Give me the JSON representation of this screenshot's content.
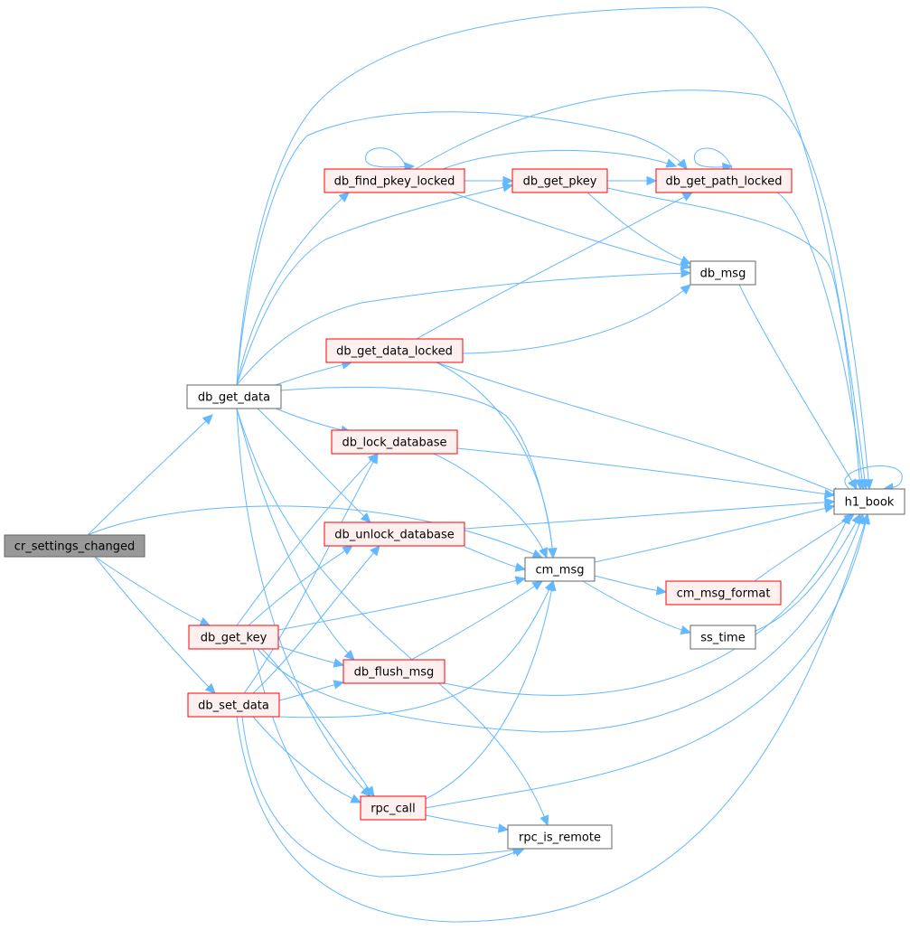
{
  "colors": {
    "edge": "#63b8ff",
    "root_fill": "#999999",
    "root_border": "#666666",
    "plain_fill": "#ffffff",
    "plain_border": "#666666",
    "partial_fill": "#fff0f0",
    "partial_border": "#ff0000"
  },
  "nodes": [
    {
      "id": "cr_settings_changed",
      "label": "cr_settings_changed",
      "kind": "root"
    },
    {
      "id": "db_get_data",
      "label": "db_get_data",
      "kind": "plain"
    },
    {
      "id": "db_get_key",
      "label": "db_get_key",
      "kind": "partial"
    },
    {
      "id": "db_set_data",
      "label": "db_set_data",
      "kind": "partial"
    },
    {
      "id": "db_find_pkey_locked",
      "label": "db_find_pkey_locked",
      "kind": "partial"
    },
    {
      "id": "db_get_pkey",
      "label": "db_get_pkey",
      "kind": "partial"
    },
    {
      "id": "db_get_path_locked",
      "label": "db_get_path_locked",
      "kind": "partial"
    },
    {
      "id": "db_msg",
      "label": "db_msg",
      "kind": "plain"
    },
    {
      "id": "db_get_data_locked",
      "label": "db_get_data_locked",
      "kind": "partial"
    },
    {
      "id": "db_lock_database",
      "label": "db_lock_database",
      "kind": "partial"
    },
    {
      "id": "db_unlock_database",
      "label": "db_unlock_database",
      "kind": "partial"
    },
    {
      "id": "cm_msg",
      "label": "cm_msg",
      "kind": "plain"
    },
    {
      "id": "cm_msg_format",
      "label": "cm_msg_format",
      "kind": "partial"
    },
    {
      "id": "ss_time",
      "label": "ss_time",
      "kind": "plain"
    },
    {
      "id": "db_flush_msg",
      "label": "db_flush_msg",
      "kind": "partial"
    },
    {
      "id": "rpc_call",
      "label": "rpc_call",
      "kind": "partial"
    },
    {
      "id": "rpc_is_remote",
      "label": "rpc_is_remote",
      "kind": "plain"
    },
    {
      "id": "h1_book",
      "label": "h1_book",
      "kind": "plain"
    }
  ],
  "edges": [
    {
      "from": "cr_settings_changed",
      "to": "db_get_data"
    },
    {
      "from": "cr_settings_changed",
      "to": "cm_msg"
    },
    {
      "from": "cr_settings_changed",
      "to": "db_get_key"
    },
    {
      "from": "cr_settings_changed",
      "to": "db_set_data"
    },
    {
      "from": "db_get_data",
      "to": "h1_book"
    },
    {
      "from": "db_get_data",
      "to": "db_get_path_locked"
    },
    {
      "from": "db_get_data",
      "to": "db_find_pkey_locked"
    },
    {
      "from": "db_get_data",
      "to": "db_get_pkey"
    },
    {
      "from": "db_get_data",
      "to": "db_msg"
    },
    {
      "from": "db_get_data",
      "to": "db_get_data_locked"
    },
    {
      "from": "db_get_data",
      "to": "cm_msg"
    },
    {
      "from": "db_get_data",
      "to": "db_lock_database"
    },
    {
      "from": "db_get_data",
      "to": "db_unlock_database"
    },
    {
      "from": "db_get_data",
      "to": "db_flush_msg"
    },
    {
      "from": "db_get_data",
      "to": "rpc_call"
    },
    {
      "from": "db_get_data",
      "to": "rpc_is_remote"
    },
    {
      "from": "db_find_pkey_locked",
      "to": "db_find_pkey_locked"
    },
    {
      "from": "db_find_pkey_locked",
      "to": "db_get_pkey"
    },
    {
      "from": "db_find_pkey_locked",
      "to": "db_get_path_locked"
    },
    {
      "from": "db_find_pkey_locked",
      "to": "db_msg"
    },
    {
      "from": "db_find_pkey_locked",
      "to": "h1_book"
    },
    {
      "from": "db_get_pkey",
      "to": "db_get_path_locked"
    },
    {
      "from": "db_get_pkey",
      "to": "db_msg"
    },
    {
      "from": "db_get_pkey",
      "to": "h1_book"
    },
    {
      "from": "db_get_path_locked",
      "to": "db_get_path_locked"
    },
    {
      "from": "db_get_path_locked",
      "to": "h1_book"
    },
    {
      "from": "db_msg",
      "to": "h1_book"
    },
    {
      "from": "db_get_data_locked",
      "to": "db_get_path_locked"
    },
    {
      "from": "db_get_data_locked",
      "to": "db_msg"
    },
    {
      "from": "db_get_data_locked",
      "to": "cm_msg"
    },
    {
      "from": "db_get_data_locked",
      "to": "h1_book"
    },
    {
      "from": "db_lock_database",
      "to": "cm_msg"
    },
    {
      "from": "db_lock_database",
      "to": "h1_book"
    },
    {
      "from": "db_unlock_database",
      "to": "cm_msg"
    },
    {
      "from": "db_unlock_database",
      "to": "h1_book"
    },
    {
      "from": "cm_msg",
      "to": "h1_book"
    },
    {
      "from": "cm_msg",
      "to": "cm_msg_format"
    },
    {
      "from": "cm_msg",
      "to": "ss_time"
    },
    {
      "from": "cm_msg_format",
      "to": "h1_book"
    },
    {
      "from": "ss_time",
      "to": "h1_book"
    },
    {
      "from": "h1_book",
      "to": "h1_book"
    },
    {
      "from": "db_get_key",
      "to": "db_lock_database"
    },
    {
      "from": "db_get_key",
      "to": "db_unlock_database"
    },
    {
      "from": "db_get_key",
      "to": "cm_msg"
    },
    {
      "from": "db_get_key",
      "to": "db_flush_msg"
    },
    {
      "from": "db_get_key",
      "to": "h1_book"
    },
    {
      "from": "db_get_key",
      "to": "rpc_call"
    },
    {
      "from": "db_get_key",
      "to": "rpc_is_remote"
    },
    {
      "from": "db_set_data",
      "to": "db_lock_database"
    },
    {
      "from": "db_set_data",
      "to": "db_unlock_database"
    },
    {
      "from": "db_set_data",
      "to": "cm_msg"
    },
    {
      "from": "db_set_data",
      "to": "db_flush_msg"
    },
    {
      "from": "db_set_data",
      "to": "rpc_call"
    },
    {
      "from": "db_set_data",
      "to": "rpc_is_remote"
    },
    {
      "from": "db_set_data",
      "to": "h1_book"
    },
    {
      "from": "db_flush_msg",
      "to": "cm_msg"
    },
    {
      "from": "db_flush_msg",
      "to": "h1_book"
    },
    {
      "from": "rpc_call",
      "to": "cm_msg"
    },
    {
      "from": "rpc_call",
      "to": "rpc_is_remote"
    },
    {
      "from": "rpc_call",
      "to": "h1_book"
    }
  ]
}
